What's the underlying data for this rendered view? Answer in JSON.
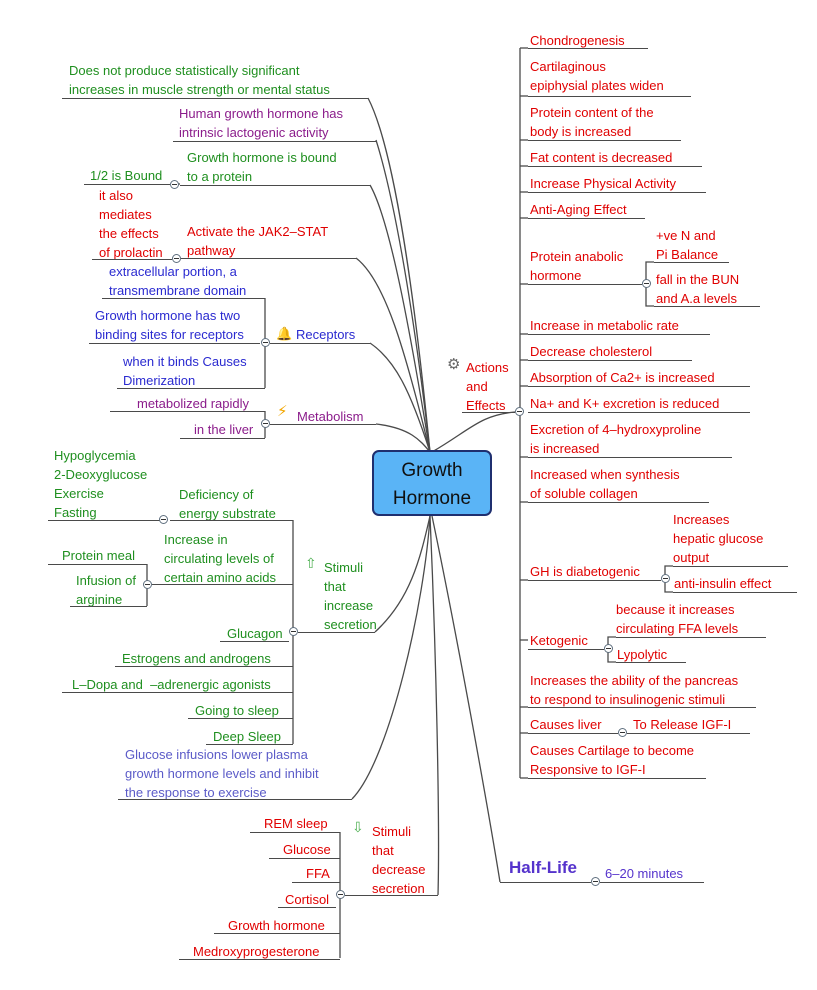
{
  "root": {
    "line1": "Growth",
    "line2": "Hormone"
  },
  "left": {
    "n_strength": [
      "Does not produce statistically significant",
      "increases in muscle strength or mental status"
    ],
    "n_lacto": [
      "Human growth hormone has",
      "intrinsic lactogenic activity"
    ],
    "n_bound": [
      "Growth hormone is bound",
      "to a protein"
    ],
    "n_half_bound": "1/2 is Bound",
    "n_prolactin": [
      "it also",
      "mediates",
      "the effects",
      "of prolactin"
    ],
    "n_jak": [
      "Activate the JAK2–STAT",
      "pathway"
    ],
    "receptors": {
      "label": "Receptors",
      "icon": "receptor-bell-icon",
      "children": [
        [
          "extracellular portion, a",
          "transmembrane domain"
        ],
        [
          "Growth hormone has two",
          "binding sites for receptors"
        ],
        [
          "when it binds Causes",
          "Dimerization"
        ]
      ]
    },
    "metabolism": {
      "label": "Metabolism",
      "icon": "lightning-icon",
      "children": [
        "metabolized rapidly",
        "in the liver"
      ]
    },
    "stimuli_increase": {
      "label": [
        "Stimuli",
        "that",
        "increase",
        "secretion"
      ],
      "icon": "arrow-up-icon",
      "energy": {
        "label": [
          "Deficiency of",
          "energy substrate"
        ],
        "children": [
          "Hypoglycemia",
          "2-Deoxyglucose",
          "Exercise",
          "Fasting"
        ]
      },
      "amino": {
        "label": [
          "Increase in",
          "circulating levels of",
          "certain amino acids"
        ],
        "protein_meal": "Protein meal",
        "arginine": [
          "Infusion of",
          "arginine"
        ]
      },
      "glucagon": "Glucagon",
      "others": [
        "Estrogens and androgens",
        "L–Dopa and  –adrenergic agonists",
        "Going to sleep",
        "Deep Sleep"
      ]
    },
    "glucose_infusion": [
      "Glucose infusions lower plasma",
      "growth hormone levels and inhibit",
      "the response to exercise"
    ],
    "stimuli_decrease": {
      "label": [
        "Stimuli",
        "that",
        "decrease",
        "secretion"
      ],
      "icon": "arrow-down-icon",
      "children": [
        "REM sleep",
        "Glucose",
        "FFA",
        "Cortisol",
        "Growth hormone",
        "Medroxyprogesterone"
      ]
    }
  },
  "right": {
    "actions": {
      "label": [
        "Actions",
        "and",
        "Effects"
      ],
      "icon": "gear-icon",
      "chondro": "Chondrogenesis",
      "cartilage": [
        "Cartilaginous",
        "epiphysial plates widen"
      ],
      "protein_content": [
        "Protein content of the",
        "body is increased"
      ],
      "fat": "Fat content is decreased",
      "activity": "Increase Physical Activity",
      "antiaging": "Anti-Aging Effect",
      "anabolic": {
        "label": [
          "Protein anabolic",
          "hormone"
        ],
        "balance": [
          "+ve N and",
          "Pi Balance"
        ],
        "bun": [
          "fall in the BUN",
          "and A.a levels"
        ]
      },
      "metabolic_rate": "Increase in metabolic rate",
      "cholesterol": "Decrease cholesterol",
      "calcium": "Absorption of Ca2+ is increased",
      "sodium": "Na+ and K+ excretion is reduced",
      "hydroxyproline": [
        "Excretion of 4–hydroxyproline",
        "is increased"
      ],
      "collagen": [
        "Increased when synthesis",
        "of soluble collagen"
      ],
      "diabetogenic": {
        "label": "GH is diabetogenic",
        "hepatic": [
          "Increases",
          "hepatic glucose",
          "output"
        ],
        "anti_insulin": "anti-insulin effect"
      },
      "ketogenic": {
        "label": "Ketogenic",
        "ffa": [
          "because it increases",
          "circulating FFA levels"
        ],
        "lipolytic": "Lypolytic"
      },
      "pancreas": [
        "Increases the ability of the pancreas",
        "to respond to insulinogenic stimuli"
      ],
      "liver": {
        "label": "Causes liver",
        "child": "To Release IGF-I"
      },
      "responsive": [
        "Causes Cartilage to become",
        "Responsive to IGF-I"
      ]
    },
    "half_life": {
      "label": "Half-Life",
      "value": "6–20 minutes"
    }
  },
  "colors": {
    "red": "#e00000",
    "green": "#1f8f1f",
    "purple": "#8b1c8b",
    "blue": "#2a2ad0",
    "lavender": "#5b5bc8",
    "root_fill": "#5ab4f6",
    "halflife": "#5533cc"
  }
}
